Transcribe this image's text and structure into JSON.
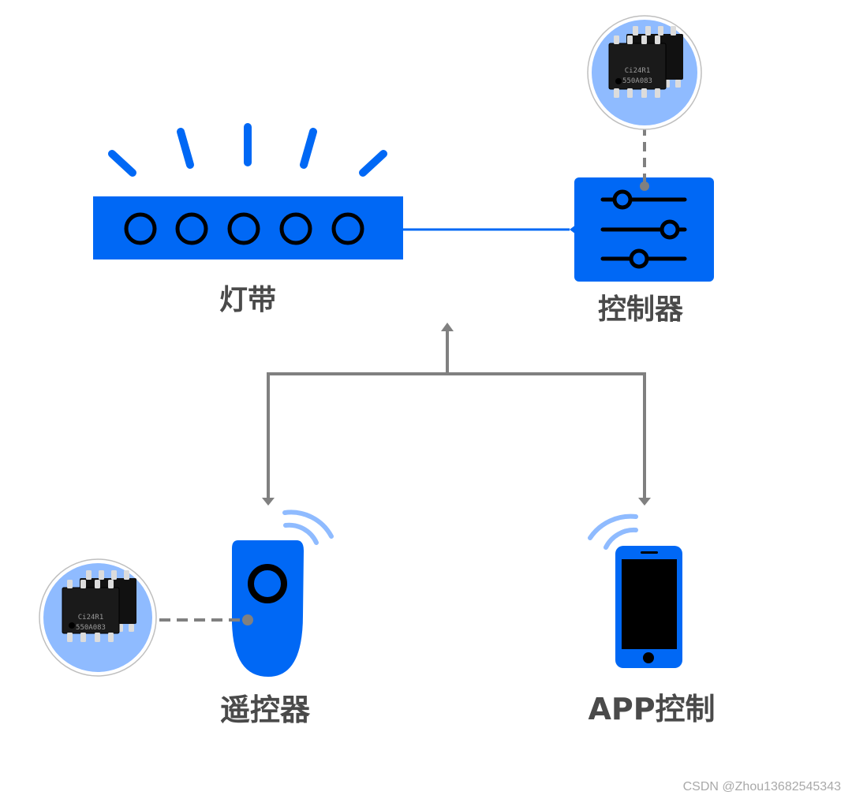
{
  "nodes": {
    "light_strip": {
      "label": "灯带"
    },
    "controller": {
      "label": "控制器"
    },
    "remote": {
      "label": "遥控器"
    },
    "app": {
      "label": "APP控制"
    }
  },
  "chips": {
    "controller_chip": {
      "line1": "Ci24R1",
      "line2": "550A083"
    },
    "remote_chip": {
      "line1": "Ci24R1",
      "line2": "550A083"
    }
  },
  "watermark": "CSDN @Zhou13682545343",
  "colors": {
    "device_blue": "#0068f5",
    "badge_blue": "#8fbbff",
    "arrow_gray": "#808080",
    "label_gray": "#4a4a4a",
    "chip_black": "#161616"
  }
}
